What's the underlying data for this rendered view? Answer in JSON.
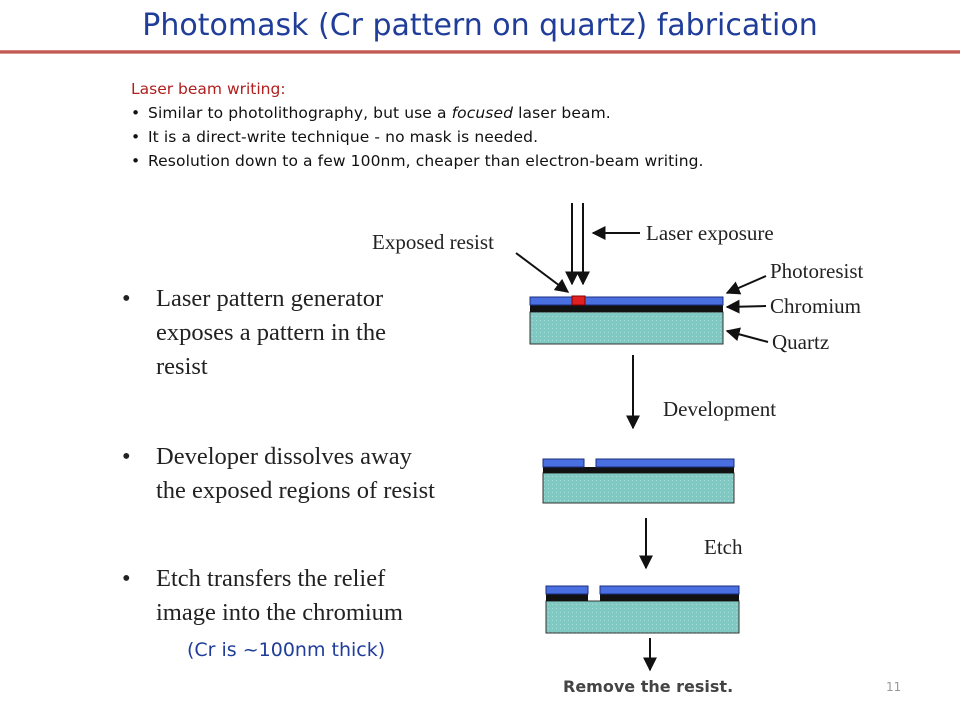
{
  "slide": {
    "title": "Photomask (Cr pattern on quartz) fabrication",
    "page_number": "11"
  },
  "laser": {
    "heading": "Laser beam writing:",
    "bullets": [
      {
        "pre": "Similar to photolithography, but use a ",
        "emphasis": "focused",
        "post": " laser beam."
      },
      {
        "text": "It is a direct-write technique - no mask is needed."
      },
      {
        "text": "Resolution down to a few 100nm, cheaper than electron-beam writing."
      }
    ]
  },
  "steps": {
    "bullet_glyph": "•",
    "items": [
      {
        "lines": [
          "Laser pattern generator",
          "exposes a pattern in the",
          "resist"
        ]
      },
      {
        "lines": [
          "Developer dissolves away",
          "the exposed regions of resist"
        ]
      },
      {
        "lines": [
          "Etch transfers the relief",
          "image into the  chromium"
        ]
      }
    ]
  },
  "note": "(Cr is ~100nm thick)",
  "figure": {
    "exposed_resist": "Exposed resist",
    "laser_exposure": "Laser exposure",
    "photoresist": "Photoresist",
    "chromium": "Chromium",
    "quartz": "Quartz",
    "development": "Development",
    "etch": "Etch",
    "remove": "Remove the resist."
  },
  "colors": {
    "title": "#1f3d99",
    "rule": "#c0504d",
    "heading_red": "#b01e1e",
    "resist_blue": "#4a6fe0",
    "chromium_black": "#111111",
    "quartz_teal": "#7fc9c2",
    "exposed_red": "#e02020"
  }
}
